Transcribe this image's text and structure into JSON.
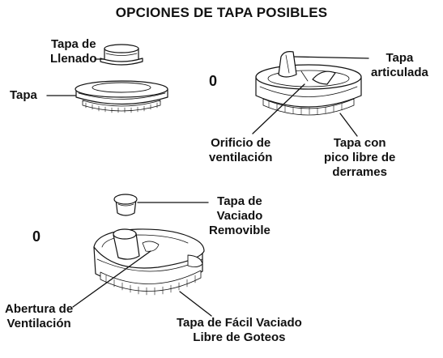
{
  "title": "OPCIONES DE TAPA POSIBLES",
  "separator_1": "0",
  "separator_2": "0",
  "labels": {
    "tapa_de_llenado": [
      "Tapa de",
      "Llenado"
    ],
    "tapa": "Tapa",
    "tapa_articulada": [
      "Tapa",
      "articulada"
    ],
    "orificio_de_ventilacion": [
      "Orificio de",
      "ventilación"
    ],
    "tapa_con_pico": [
      "Tapa con",
      "pico libre de",
      "derrames"
    ],
    "tapa_de_vaciado_removible": [
      "Tapa de",
      "Vaciado",
      "Removible"
    ],
    "abertura_de_ventilacion": [
      "Abertura de",
      "Ventilación"
    ],
    "tapa_facil_vaciado": [
      "Tapa de Fácil Vaciado",
      "Libre de Goteos"
    ]
  }
}
